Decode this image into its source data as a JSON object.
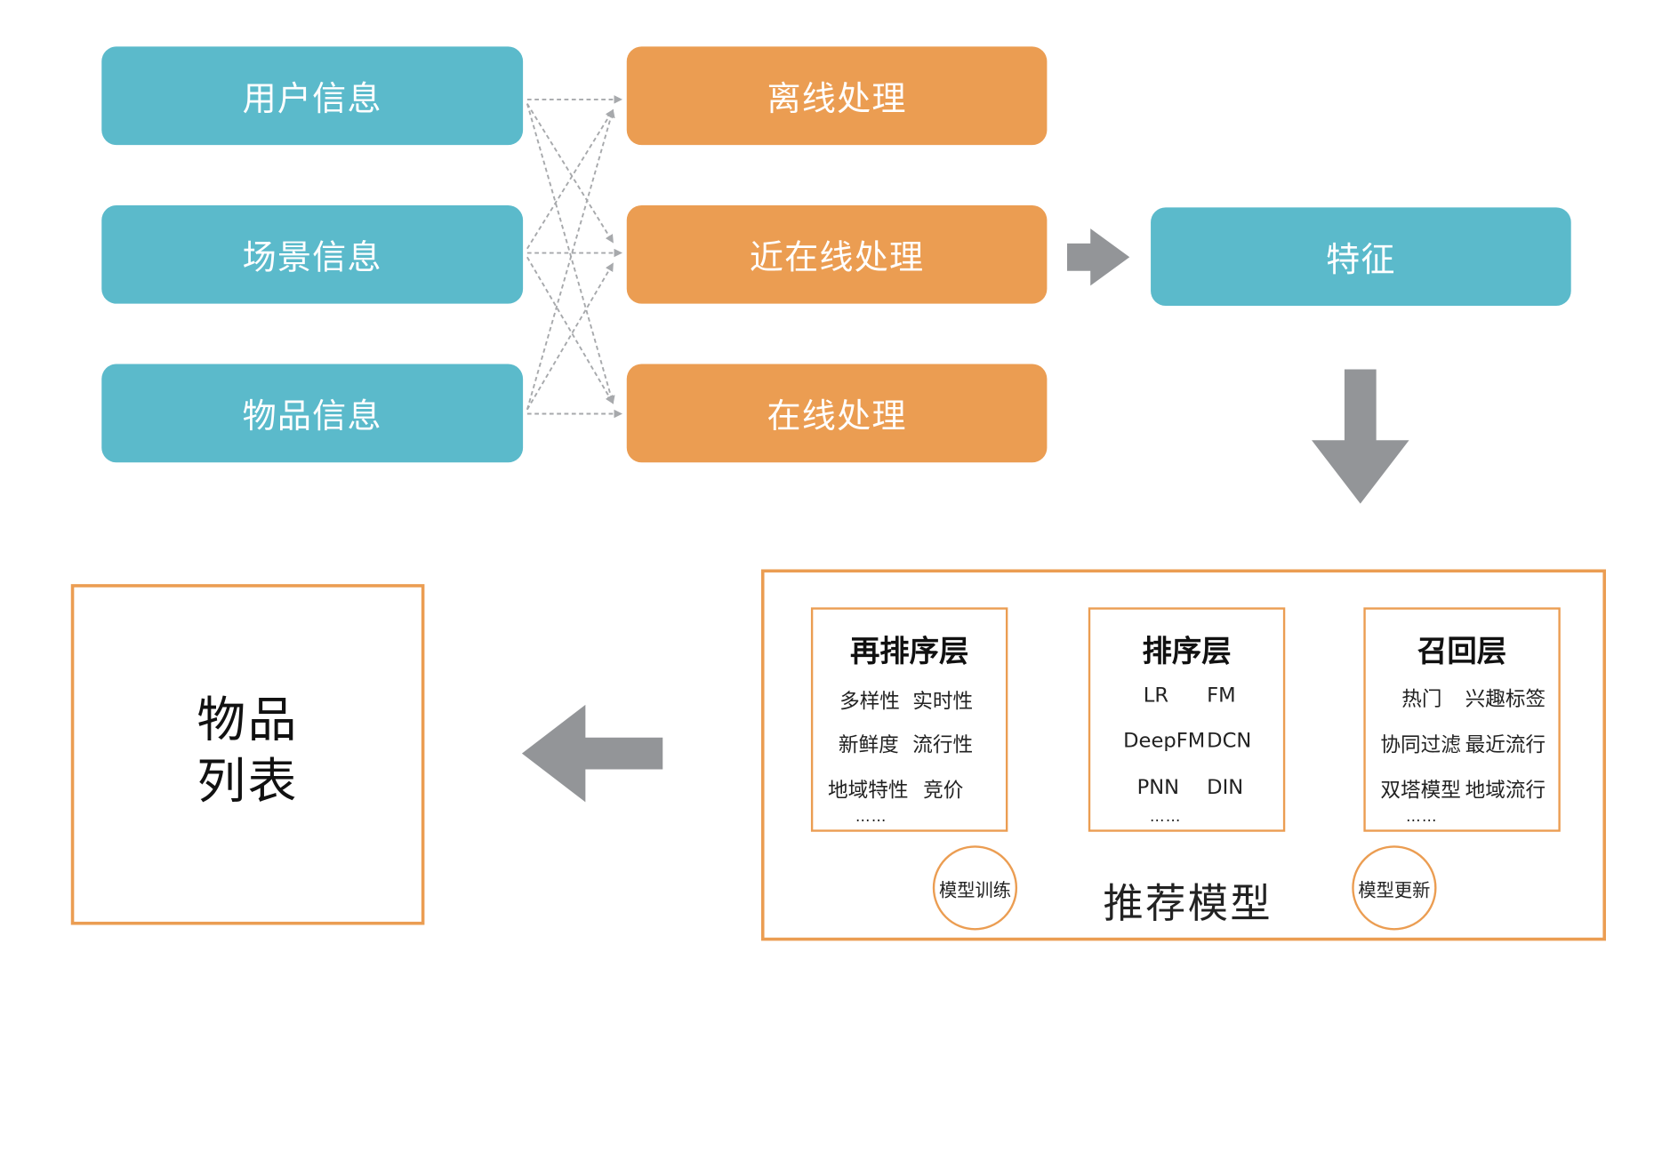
{
  "inputs": [
    "用户信息",
    "场景信息",
    "物品信息"
  ],
  "processing": [
    "离线处理",
    "近在线处理",
    "在线处理"
  ],
  "feature": "特征",
  "output": {
    "line1": "物品",
    "line2": "列表"
  },
  "model": {
    "title": "推荐模型",
    "rerank": {
      "title": "再排序层",
      "rows": [
        [
          "多样性",
          "实时性"
        ],
        [
          "新鲜度",
          "流行性"
        ],
        [
          "地域特性",
          "竞价"
        ]
      ],
      "more": "……"
    },
    "rank": {
      "title": "排序层",
      "rows": [
        [
          "LR",
          "FM"
        ],
        [
          "DeepFM",
          "DCN"
        ],
        [
          "PNN",
          "DIN"
        ]
      ],
      "more": "……"
    },
    "recall": {
      "title": "召回层",
      "rows": [
        [
          "热门",
          "兴趣标签"
        ],
        [
          "协同过滤",
          "最近流行"
        ],
        [
          "双塔模型",
          "地域流行"
        ]
      ],
      "more": "……"
    },
    "training": "模型训练",
    "update": "模型更新"
  },
  "colors": {
    "teal": "#5bbacb",
    "orange": "#eb9d52",
    "arrow_gray": "#939598",
    "connector_gray": "#a7a9ac"
  }
}
